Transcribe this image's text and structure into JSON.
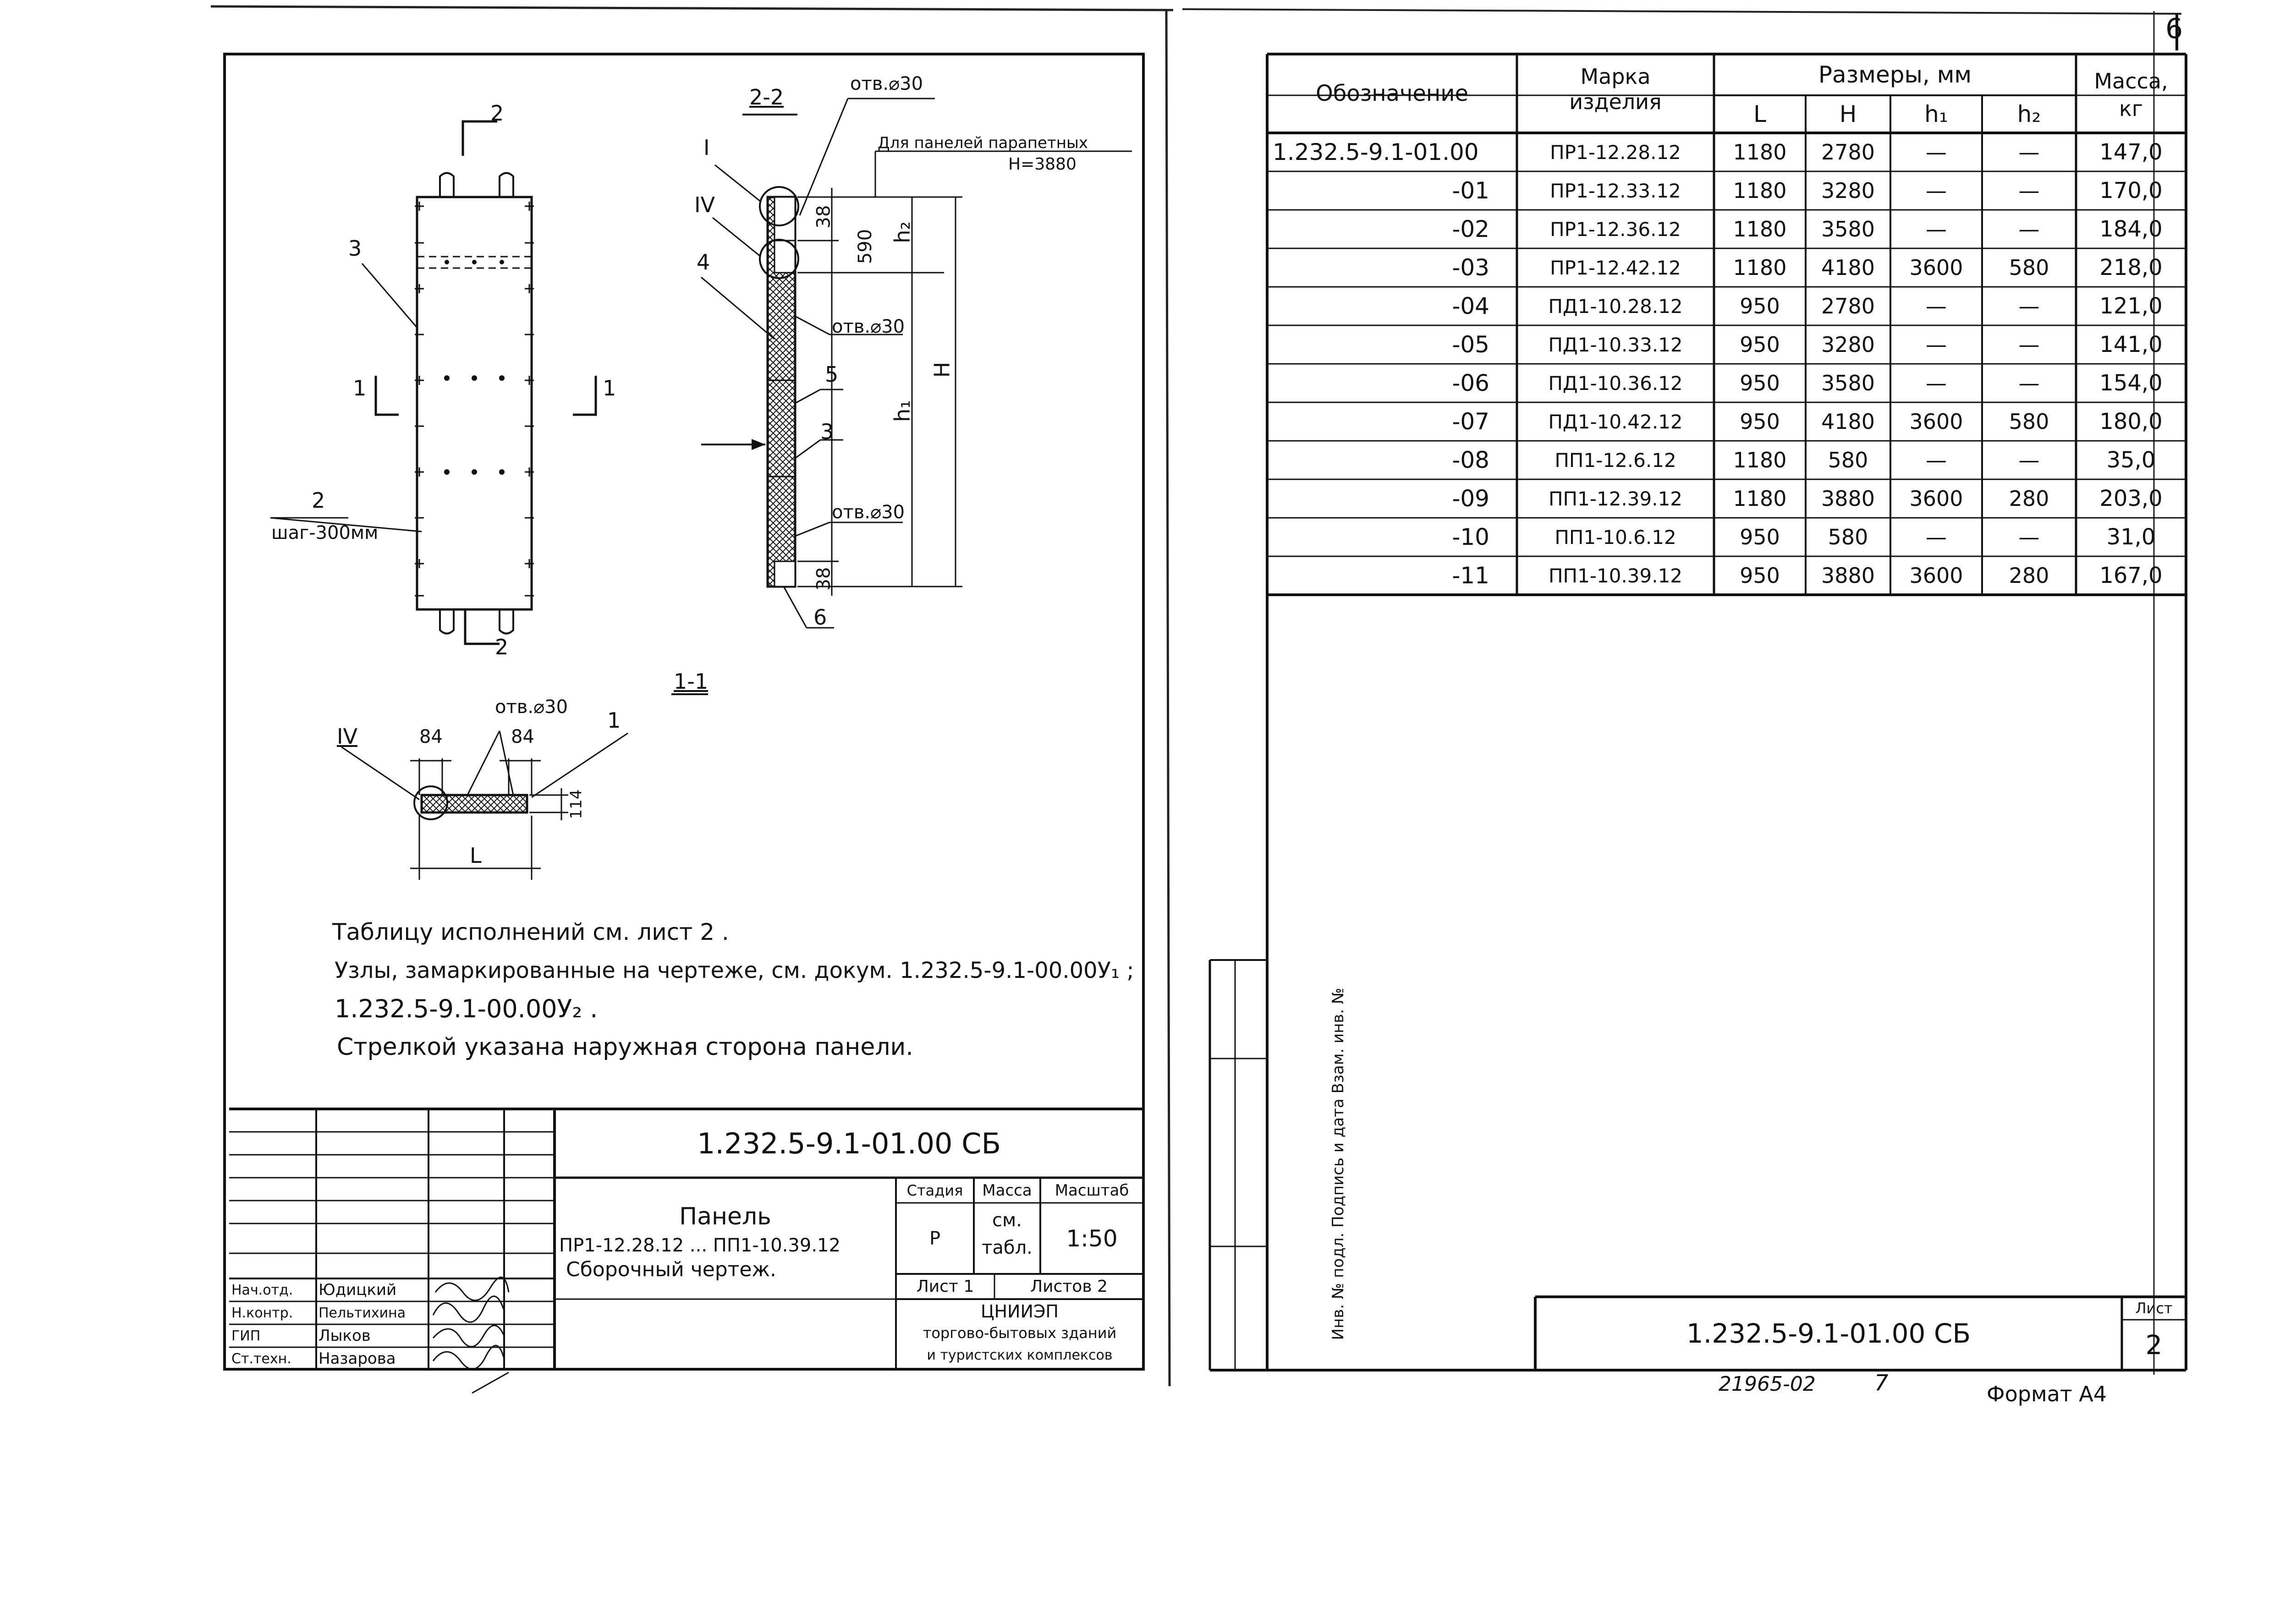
{
  "page_number": "6",
  "left_sheet": {
    "section_2_2": "2-2",
    "section_1_1": "1-1",
    "cut_mark": "2",
    "cut_mark_1": "1",
    "callout_hole_30": "отв.⌀30",
    "parapet_note_line1": "Для панелей парапетных",
    "parapet_note_line2": "H=3880",
    "node_I": "I",
    "node_IV": "IV",
    "pos_1": "1",
    "pos_2": "2",
    "pos_3": "3",
    "pos_4": "4",
    "pos_5": "5",
    "pos_6": "6",
    "step_label": "шаг-300мм",
    "dim_38_top": "38",
    "dim_590": "590",
    "dim_38_bottom": "38",
    "dim_h2": "h₂",
    "dim_h1": "h₁",
    "dim_H": "H",
    "dim_84_left": "84",
    "dim_84_right": "84",
    "dim_114": "114",
    "dim_L": "L",
    "notes": [
      "Таблицу исполнений см. лист 2 .",
      "Узлы, замаркированные на чертеже, см. докум. 1.232.5-9.1-00.00У₁ ;",
      "1.232.5-9.1-00.00У₂ .",
      "Стрелкой указана наружная сторона панели."
    ],
    "title_block": {
      "doc_code": "1.232.5-9.1-01.00 СБ",
      "title": "Панель",
      "subtitle_1": "ПР1-12.28.12 ... ПП1-10.39.12",
      "subtitle_2": "Сборочный чертеж.",
      "stage_header": "Стадия",
      "mass_header": "Масса",
      "scale_header": "Масштаб",
      "stage_value": "Р",
      "mass_value_1": "см.",
      "mass_value_2": "табл.",
      "scale_value": "1:50",
      "sheet_label": "Лист 1",
      "sheets_label": "Листов 2",
      "org_1": "ЦНИИЭП",
      "org_2": "торгово-бытовых зданий",
      "org_3": "и туристских комплексов",
      "signers": [
        {
          "role": "Нач.отд.",
          "name": "Юдицкий"
        },
        {
          "role": "Н.контр.",
          "name": "Пельтихина"
        },
        {
          "role": "ГИП",
          "name": "Лыков"
        },
        {
          "role": "Ст.техн.",
          "name": "Назарова"
        }
      ]
    }
  },
  "right_sheet": {
    "table": {
      "header_designation": "Обозначение",
      "header_mark_1": "Марка",
      "header_mark_2": "изделия",
      "header_sizes": "Размеры, мм",
      "header_L": "L",
      "header_H": "H",
      "header_h1": "h₁",
      "header_h2": "h₂",
      "header_mass_1": "Масса,",
      "header_mass_2": "кг",
      "rows": [
        {
          "designation": "1.232.5-9.1-01.00",
          "mark": "ПР1-12.28.12",
          "L": "1180",
          "H": "2780",
          "h1": "—",
          "h2": "—",
          "mass": "147,0"
        },
        {
          "designation": "-01",
          "mark": "ПР1-12.33.12",
          "L": "1180",
          "H": "3280",
          "h1": "—",
          "h2": "—",
          "mass": "170,0"
        },
        {
          "designation": "-02",
          "mark": "ПР1-12.36.12",
          "L": "1180",
          "H": "3580",
          "h1": "—",
          "h2": "—",
          "mass": "184,0"
        },
        {
          "designation": "-03",
          "mark": "ПР1-12.42.12",
          "L": "1180",
          "H": "4180",
          "h1": "3600",
          "h2": "580",
          "mass": "218,0"
        },
        {
          "designation": "-04",
          "mark": "ПД1-10.28.12",
          "L": "950",
          "H": "2780",
          "h1": "—",
          "h2": "—",
          "mass": "121,0"
        },
        {
          "designation": "-05",
          "mark": "ПД1-10.33.12",
          "L": "950",
          "H": "3280",
          "h1": "—",
          "h2": "—",
          "mass": "141,0"
        },
        {
          "designation": "-06",
          "mark": "ПД1-10.36.12",
          "L": "950",
          "H": "3580",
          "h1": "—",
          "h2": "—",
          "mass": "154,0"
        },
        {
          "designation": "-07",
          "mark": "ПД1-10.42.12",
          "L": "950",
          "H": "4180",
          "h1": "3600",
          "h2": "580",
          "mass": "180,0"
        },
        {
          "designation": "-08",
          "mark": "ПП1-12.6.12",
          "L": "1180",
          "H": "580",
          "h1": "—",
          "h2": "—",
          "mass": "35,0"
        },
        {
          "designation": "-09",
          "mark": "ПП1-12.39.12",
          "L": "1180",
          "H": "3880",
          "h1": "3600",
          "h2": "280",
          "mass": "203,0"
        },
        {
          "designation": "-10",
          "mark": "ПП1-10.6.12",
          "L": "950",
          "H": "580",
          "h1": "—",
          "h2": "—",
          "mass": "31,0"
        },
        {
          "designation": "-11",
          "mark": "ПП1-10.39.12",
          "L": "950",
          "H": "3880",
          "h1": "3600",
          "h2": "280",
          "mass": "167,0"
        }
      ]
    },
    "side_stamp": "Инв. № подл.  Подпись и дата  Взам. инв. №",
    "doc_code": "1.232.5-9.1-01.00 СБ",
    "sheet_header": "Лист",
    "sheet_number": "2",
    "archive_number": "21965-02",
    "archive_sheet": "7",
    "format_label": "Формат А4"
  }
}
